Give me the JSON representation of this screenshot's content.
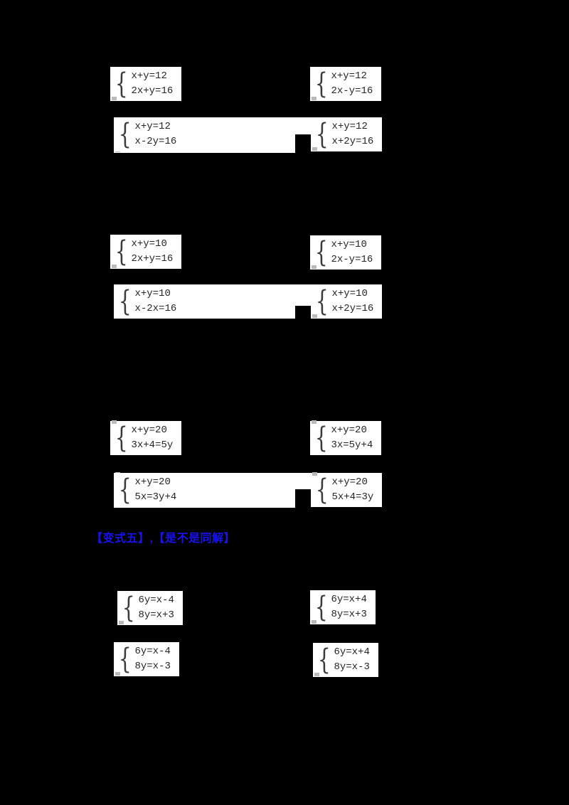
{
  "page": {
    "background": "#000000"
  },
  "glyphs": {
    "system_brace": "{"
  },
  "section_title": {
    "text": "【变式五】,【是不是同解】",
    "color": "#1812ee"
  },
  "groups": [
    {
      "label": "group-1",
      "options": [
        {
          "lines": [
            "x+y=12",
            "2x+y=16"
          ]
        },
        {
          "lines": [
            "x+y=12",
            "2x-y=16"
          ]
        },
        {
          "lines": [
            "x+y=12",
            "x-2y=16"
          ]
        },
        {
          "lines": [
            "x+y=12",
            "x+2y=16"
          ]
        }
      ]
    },
    {
      "label": "group-2",
      "options": [
        {
          "lines": [
            "x+y=10",
            "2x+y=16"
          ]
        },
        {
          "lines": [
            "x+y=10",
            "2x-y=16"
          ]
        },
        {
          "lines": [
            "x+y=10",
            "x-2x=16"
          ]
        },
        {
          "lines": [
            "x+y=10",
            "x+2y=16"
          ]
        }
      ]
    },
    {
      "label": "group-3",
      "options": [
        {
          "lines": [
            "x+y=20",
            "3x+4=5y"
          ]
        },
        {
          "lines": [
            "x+y=20",
            "3x=5y+4"
          ]
        },
        {
          "lines": [
            "x+y=20",
            "5x=3y+4"
          ]
        },
        {
          "lines": [
            "x+y=20",
            "5x+4=3y"
          ]
        }
      ]
    },
    {
      "label": "group-4",
      "options": [
        {
          "lines": [
            "6y=x-4",
            "8y=x+3"
          ]
        },
        {
          "lines": [
            "6y=x+4",
            "8y=x+3"
          ]
        },
        {
          "lines": [
            "6y=x-4",
            "8y=x-3"
          ]
        },
        {
          "lines": [
            "6y=x+4",
            "8y=x-3"
          ]
        }
      ]
    }
  ]
}
